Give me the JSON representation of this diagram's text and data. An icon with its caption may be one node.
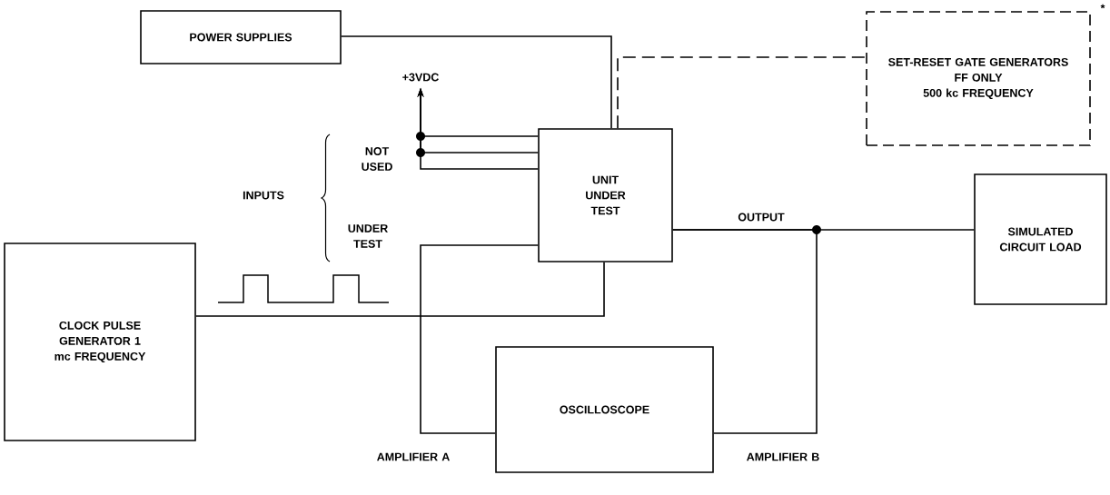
{
  "diagram": {
    "nodes": [
      {
        "text": [
          "POWER SUPPLIES"
        ]
      },
      {
        "text": [
          "SET-RESET GATE GENERATORS",
          "FF ONLY",
          "500 kc FREQUENCY"
        ],
        "beside": [
          "*"
        ]
      },
      {
        "text": [
          "UNIT UNDER TEST"
        ]
      },
      {
        "text": [
          "SIMULATED CIRCUIT LOAD"
        ]
      },
      {
        "text": [
          "CLOCK PULSE GENERATOR 1 mc FREQUENCY"
        ]
      },
      {
        "text": [
          "OSCILLOSCOPE"
        ]
      },
      {
        "text": [
          "+3VDC"
        ]
      }
    ],
    "edges": [
      {
        "from": 0,
        "to": 2,
        "arrow": "none"
      },
      {
        "from": 2,
        "to": 1,
        "arrow": "none",
        "style": "dashed"
      },
      {
        "from": 2,
        "to": 6,
        "arrow": "to"
      },
      {
        "from": 2,
        "to": 6,
        "arrow": "to"
      },
      {
        "from": 2,
        "to": 6,
        "arrow": "to"
      },
      {
        "from": 4,
        "to": 2,
        "arrow": "none"
      },
      {
        "from": 2,
        "to": 3,
        "arrow": "none",
        "label": "OUTPUT"
      },
      {
        "from": 2,
        "to": 5,
        "arrow": "none"
      },
      {
        "from": 2,
        "to": 5,
        "arrow": "none"
      }
    ],
    "labels": [
      "INPUTS",
      "NOT USED",
      "UNDER TEST",
      "AMPLIFIER A",
      "AMPLIFIER B"
    ]
  }
}
